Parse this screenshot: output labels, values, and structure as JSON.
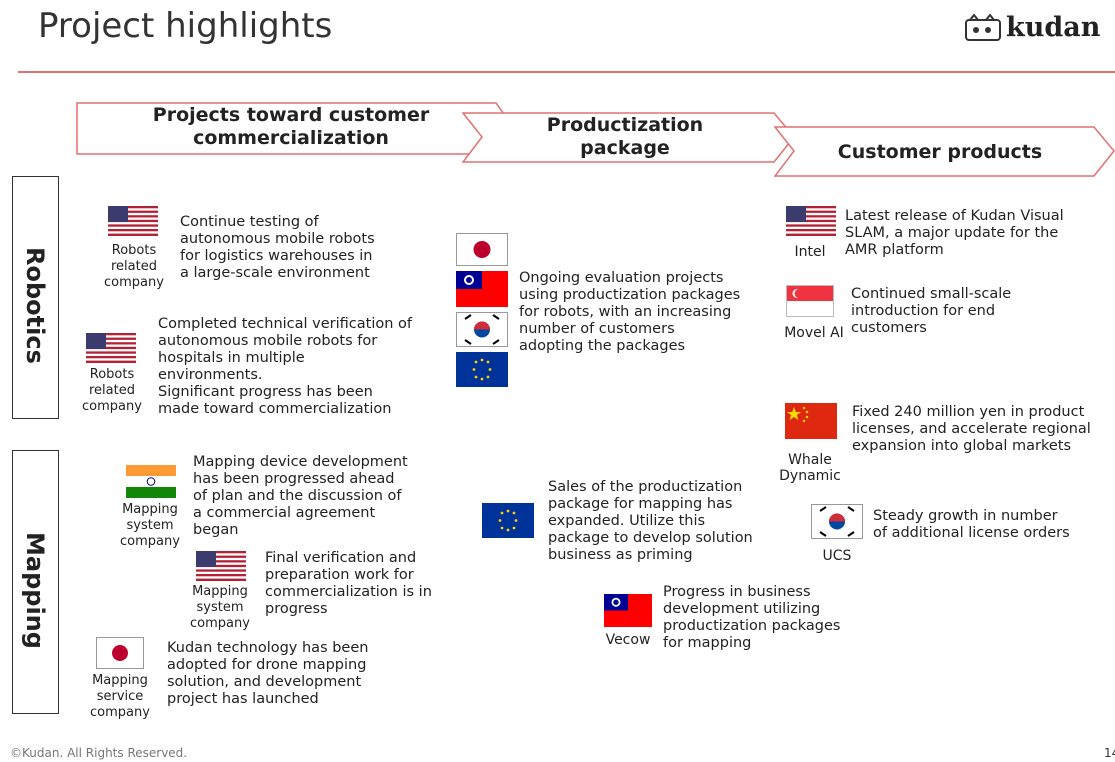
{
  "header": {
    "title": "Project highlights",
    "logo_text": "kudan"
  },
  "stages": [
    {
      "label_line1": "Projects toward customer",
      "label_line2": "commercialization"
    },
    {
      "label_line1": "Productization",
      "label_line2": "package"
    },
    {
      "label_line1": "Customer products",
      "label_line2": ""
    }
  ],
  "sections": {
    "robotics": "Robotics",
    "mapping": "Mapping"
  },
  "items": {
    "r1": {
      "caption": [
        "Robots",
        "related",
        "company"
      ],
      "text": [
        "Continue testing of",
        "autonomous mobile robots",
        "for logistics warehouses in",
        "a large-scale environment"
      ],
      "flag": "flag-usa"
    },
    "r2": {
      "caption": [
        "Robots",
        "related",
        "company"
      ],
      "text": [
        "Completed technical verification of",
        "autonomous mobile robots for",
        "hospitals in multiple",
        "environments.",
        "Significant progress has been",
        "made toward commercialization"
      ],
      "flag": "flag-usa"
    },
    "rp": {
      "text": [
        "Ongoing evaluation projects",
        "using productization packages",
        "for robots, with an increasing",
        "number of customers",
        "adopting the packages"
      ],
      "flags": [
        "flag-japan",
        "flag-taiwan",
        "flag-korea",
        "flag-eu"
      ]
    },
    "rc1": {
      "caption": [
        "Intel"
      ],
      "text": [
        "Latest release of Kudan Visual",
        "SLAM, a major update for the",
        "AMR platform"
      ],
      "flag": "flag-usa"
    },
    "rc2": {
      "caption": [
        "Movel AI"
      ],
      "text": [
        "Continued small-scale",
        "introduction for end",
        "customers"
      ],
      "flag": "flag-singapore"
    },
    "rc3": {
      "caption": [
        "Whale",
        "Dynamic"
      ],
      "text": [
        "Fixed 240 million yen in product",
        "licenses, and accelerate regional",
        "expansion into global markets"
      ],
      "flag": "flag-china"
    },
    "m1": {
      "caption": [
        "Mapping",
        "system",
        "company"
      ],
      "text": [
        "Mapping device development",
        "has been progressed ahead",
        "of plan and the discussion of",
        "a commercial agreement",
        "began"
      ],
      "flag": "flag-india"
    },
    "m2": {
      "caption": [
        "Mapping",
        "system",
        "company"
      ],
      "text": [
        "Final verification and",
        "preparation work for",
        "commercialization is in",
        "progress"
      ],
      "flag": "flag-usa"
    },
    "m3": {
      "caption": [
        "Mapping",
        "service",
        "company"
      ],
      "text": [
        "Kudan technology has been",
        "adopted for drone mapping",
        "solution, and development",
        "project has launched"
      ],
      "flag": "flag-japan"
    },
    "mp": {
      "text": [
        "Sales of the productization",
        "package for mapping has",
        "expanded. Utilize this",
        "package to develop solution",
        "business as priming"
      ],
      "flag": "flag-eu"
    },
    "mp2": {
      "caption": [
        "Vecow"
      ],
      "text": [
        "Progress in business",
        "development utilizing",
        "productization packages",
        "for mapping"
      ],
      "flag": "flag-taiwan"
    },
    "mc": {
      "caption": [
        "UCS"
      ],
      "text": [
        "Steady growth in number",
        "of additional license orders"
      ],
      "flag": "flag-korea"
    }
  },
  "footer": {
    "copyright": "©Kudan. All Rights Reserved.",
    "page": "14"
  },
  "colors": {
    "accent_line": "#e07070",
    "chevron_border": "#e07070",
    "us_red": "#b22234",
    "us_blue": "#3c3b6e",
    "china_red": "#de2910",
    "eu_blue": "#003399",
    "india_saffron": "#ff9933",
    "india_green": "#138808"
  }
}
